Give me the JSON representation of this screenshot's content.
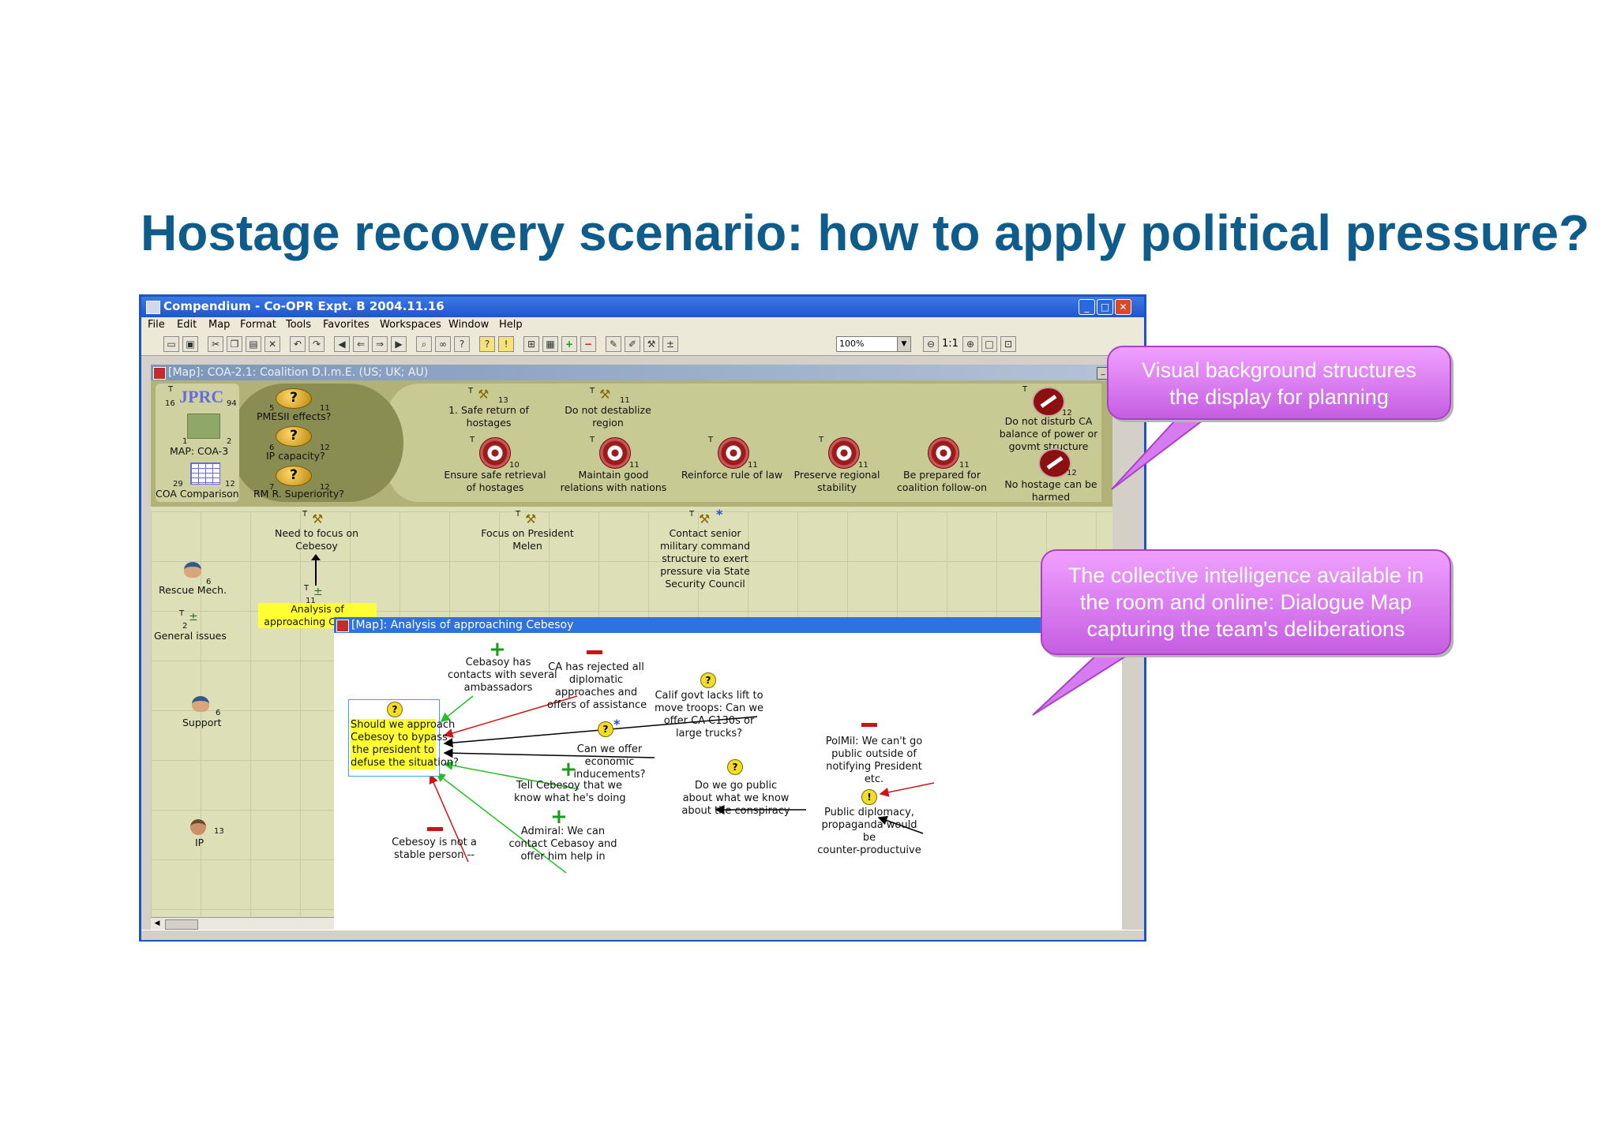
{
  "slide": {
    "title": "Hostage recovery scenario: how to apply political pressure?"
  },
  "window": {
    "title": "Compendium - Co-OPR Expt. B 2004.11.16"
  },
  "menu": [
    "File",
    "Edit",
    "Map",
    "Format",
    "Tools",
    "Favorites",
    "Workspaces",
    "Window",
    "Help"
  ],
  "toolbar": {
    "zoom": "100%",
    "ratio_label": "1:1"
  },
  "map": {
    "header": "[Map]: COA-2.1: Coalition D.I.m.E. (US; UK; AU)",
    "left_panel": {
      "logo": "JPRC",
      "logo_num_left": "16",
      "logo_num_right": "94",
      "logo_tag": "T",
      "map_item": "MAP: COA-3",
      "map_num_left": "1",
      "map_num_right": "2",
      "comparison": "COA Comparison",
      "comp_num_left": "29",
      "comp_num_right": "12"
    },
    "questions": [
      {
        "label": "PMESII effects?",
        "nl": "5",
        "nr": "11"
      },
      {
        "label": "IP capacity?",
        "nl": "6",
        "nr": "12"
      },
      {
        "label": "RM R. Superiority?",
        "nl": "7",
        "nr": "12"
      }
    ],
    "top_decisions": [
      {
        "label_1": "1. Safe return of",
        "label_2": "hostages",
        "tag": "T",
        "num": "13"
      },
      {
        "label_1": "Do not destablize",
        "label_2": "region",
        "tag": "T",
        "num": "11"
      }
    ],
    "goals": [
      {
        "label_1": "Ensure safe retrieval",
        "label_2": "of hostages",
        "tag": "T",
        "num": "10"
      },
      {
        "label_1": "Maintain good",
        "label_2": "relations with nations",
        "tag": "T",
        "num": "11"
      },
      {
        "label_1": "Reinforce rule of law",
        "label_2": "",
        "tag": "T",
        "num": "11"
      },
      {
        "label_1": "Preserve regional",
        "label_2": "stability",
        "tag": "T",
        "num": "11"
      },
      {
        "label_1": "Be prepared for",
        "label_2": "coalition follow-on",
        "tag": "",
        "num": "11"
      }
    ],
    "constraints": [
      {
        "label_1": "Do not disturb CA",
        "label_2": "balance of power or",
        "label_3": "govmt structure",
        "tag": "T",
        "num": "12"
      },
      {
        "label_1": "No hostage can be",
        "label_2": "harmed",
        "tag": "",
        "num": "12"
      }
    ],
    "lanes": [
      {
        "label": "Rescue Mech.",
        "num": "6"
      },
      {
        "label": "General issues",
        "num": "2",
        "tag": "T"
      },
      {
        "label": "Support",
        "num": "6"
      },
      {
        "label": "IP",
        "num": "13"
      }
    ],
    "actions": [
      {
        "label_1": "Need to focus on",
        "label_2": "Cebesoy",
        "tag": "T"
      },
      {
        "label_1": "Focus on President",
        "label_2": "Melen",
        "tag": "T"
      },
      {
        "label_1": "Contact senior",
        "label_2": "military command",
        "label_3": "structure to exert",
        "label_4": "pressure via State",
        "label_5": "Security Council",
        "tag": "T",
        "star": "*"
      }
    ],
    "analysis_node": {
      "label_1": "Analysis of",
      "label_2": "approaching Cebesoy",
      "tag": "T",
      "num": "11"
    }
  },
  "analysis": {
    "header": "[Map]: Analysis of approaching Cebesoy",
    "central": {
      "l1": "Should we approach",
      "l2": "Cebesoy to bypass",
      "l3": "the president to",
      "l4": "defuse the situation?"
    },
    "cebesoy_contacts": {
      "l1": "Cebasoy has",
      "l2": "contacts with several",
      "l3": "ambassadors"
    },
    "ca_rejected": {
      "l1": "CA has rejected all",
      "l2": "diplomatic",
      "l3": "approaches and",
      "l4": "offers of assistance"
    },
    "calif": {
      "l1": "Calif govt lacks lift to",
      "l2": "move troops: Can we",
      "l3": "offer CA C130s or",
      "l4": "large trucks?"
    },
    "economic": {
      "l1": "Can we offer",
      "l2": "economic",
      "l3": "inducements?",
      "star": "*"
    },
    "tell": {
      "l1": "Tell Cebesoy that we",
      "l2": "know what he's doing"
    },
    "go_public": {
      "l1": "Do we go public",
      "l2": "about what we know",
      "l3": "about the conspiracy"
    },
    "polmil": {
      "l1": "PolMil: We can't go",
      "l2": "public outside of",
      "l3": "notifying President",
      "l4": "etc."
    },
    "public_dip": {
      "l1": "Public diplomacy,",
      "l2": "propaganda would",
      "l3": "be",
      "l4": "counter-productuive"
    },
    "not_stable": {
      "l1": "Cebesoy is not a",
      "l2": "stable person --"
    },
    "admiral": {
      "l1": "Admiral: We can",
      "l2": "contact Cebasoy and",
      "l3": "offer him help in"
    }
  },
  "callouts": {
    "planning": {
      "l1": "Visual background structures",
      "l2": "the display for planning"
    },
    "dialogue": {
      "l1": "The collective intelligence available in",
      "l2": "the room and online: Dialogue Map",
      "l3": "capturing the team's deliberations"
    }
  },
  "colors": {
    "title": "#0e5c8c",
    "callout": "#d77cf0",
    "window_border": "#1b54c9",
    "pro": "#1a9a1a",
    "con": "#c81414"
  }
}
